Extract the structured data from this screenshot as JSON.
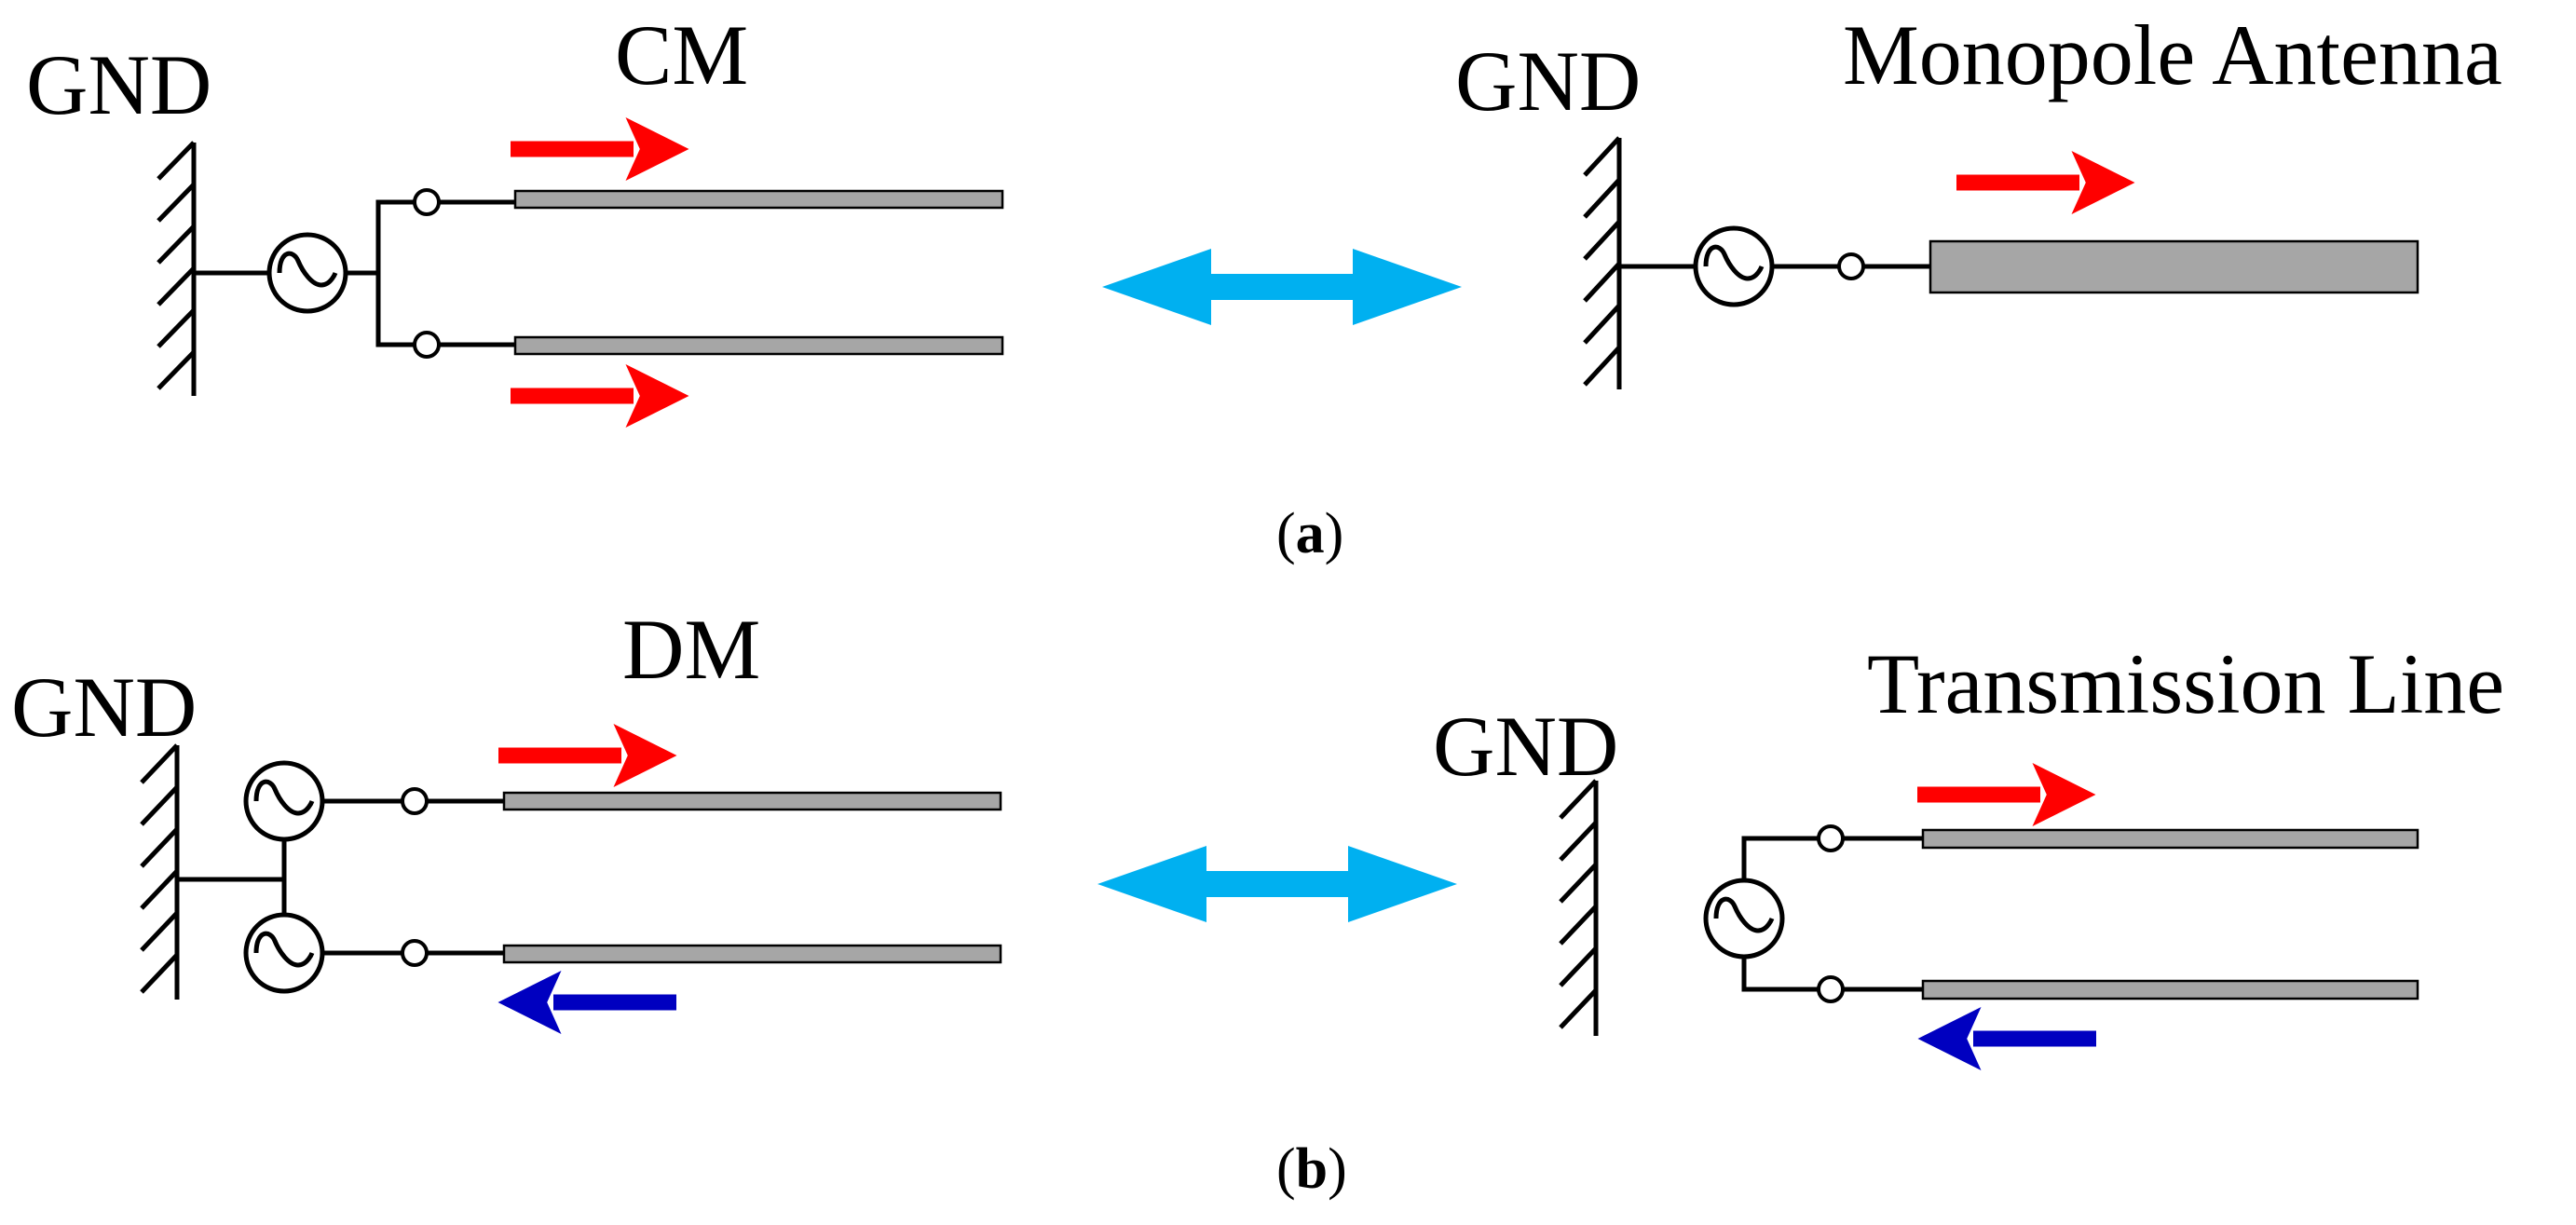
{
  "panel_a": {
    "left_gnd": "GND",
    "left_title": "CM",
    "right_gnd": "GND",
    "right_title": "Monopole Antenna",
    "caption_open": "(",
    "caption_letter": "a",
    "caption_close": ")"
  },
  "panel_b": {
    "left_gnd": "GND",
    "left_title": "DM",
    "right_gnd": "GND",
    "right_title": "Transmission Line",
    "caption_open": "(",
    "caption_letter": "b",
    "caption_close": ")"
  },
  "colors": {
    "current_forward": "#ff0000",
    "current_reverse": "#0000c0",
    "equivalence_arrow": "#00b0f0",
    "conductor": "#a6a6a6",
    "line": "#000000"
  },
  "icons": {
    "source": "ac-source-icon",
    "ground": "ground-hatch-icon",
    "equivalence": "double-headed-arrow-icon"
  }
}
